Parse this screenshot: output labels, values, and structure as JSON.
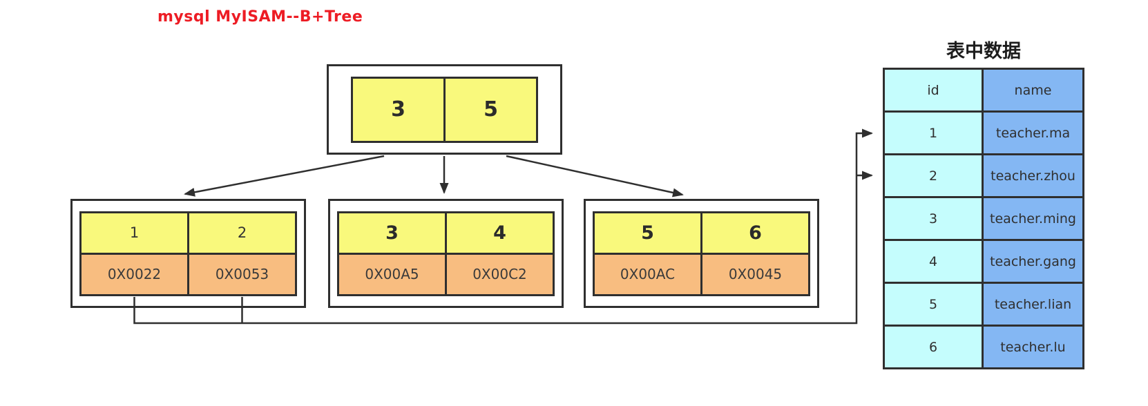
{
  "title": "mysql MyISAM--B+Tree",
  "tree": {
    "root": {
      "keys": [
        "3",
        "5"
      ]
    },
    "leaves": [
      {
        "keys": [
          "1",
          "2"
        ],
        "pointers": [
          "0X0022",
          "0X0053"
        ]
      },
      {
        "keys": [
          "3",
          "4"
        ],
        "pointers": [
          "0X00A5",
          "0X00C2"
        ]
      },
      {
        "keys": [
          "5",
          "6"
        ],
        "pointers": [
          "0X00AC",
          "0X0045"
        ]
      }
    ]
  },
  "table": {
    "title": "表中数据",
    "columns": [
      "id",
      "name"
    ],
    "rows": [
      [
        "1",
        "teacher.ma"
      ],
      [
        "2",
        "teacher.zhou"
      ],
      [
        "3",
        "teacher.ming"
      ],
      [
        "4",
        "teacher.gang"
      ],
      [
        "5",
        "teacher.lian"
      ],
      [
        "6",
        "teacher.lu"
      ]
    ]
  },
  "colors": {
    "title_red": "#ed1c24",
    "key_yellow": "#f9f97c",
    "pointer_orange": "#f8bd80",
    "id_column_cyan": "#c5fdfd",
    "name_column_blue": "#84b7f3",
    "line_dark": "#2f2f2f"
  }
}
